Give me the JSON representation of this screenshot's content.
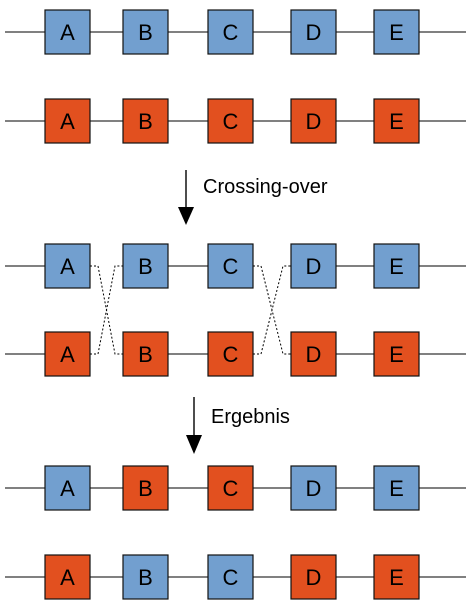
{
  "colors": {
    "blue": "#729fcf",
    "red": "#e2501f"
  },
  "rows": [
    {
      "name": "row-1-blue",
      "genes": [
        {
          "label": "A",
          "color": "blue"
        },
        {
          "label": "B",
          "color": "blue"
        },
        {
          "label": "C",
          "color": "blue"
        },
        {
          "label": "D",
          "color": "blue"
        },
        {
          "label": "E",
          "color": "blue"
        }
      ]
    },
    {
      "name": "row-2-red",
      "genes": [
        {
          "label": "A",
          "color": "red"
        },
        {
          "label": "B",
          "color": "red"
        },
        {
          "label": "C",
          "color": "red"
        },
        {
          "label": "D",
          "color": "red"
        },
        {
          "label": "E",
          "color": "red"
        }
      ]
    },
    {
      "name": "row-3-crossing-top",
      "genes": [
        {
          "label": "A",
          "color": "blue"
        },
        {
          "label": "B",
          "color": "blue"
        },
        {
          "label": "C",
          "color": "blue"
        },
        {
          "label": "D",
          "color": "blue"
        },
        {
          "label": "E",
          "color": "blue"
        }
      ]
    },
    {
      "name": "row-4-crossing-bottom",
      "genes": [
        {
          "label": "A",
          "color": "red"
        },
        {
          "label": "B",
          "color": "red"
        },
        {
          "label": "C",
          "color": "red"
        },
        {
          "label": "D",
          "color": "red"
        },
        {
          "label": "E",
          "color": "red"
        }
      ]
    },
    {
      "name": "row-5-result-top",
      "genes": [
        {
          "label": "A",
          "color": "blue"
        },
        {
          "label": "B",
          "color": "red"
        },
        {
          "label": "C",
          "color": "red"
        },
        {
          "label": "D",
          "color": "blue"
        },
        {
          "label": "E",
          "color": "blue"
        }
      ]
    },
    {
      "name": "row-6-result-bottom",
      "genes": [
        {
          "label": "A",
          "color": "red"
        },
        {
          "label": "B",
          "color": "blue"
        },
        {
          "label": "C",
          "color": "blue"
        },
        {
          "label": "D",
          "color": "red"
        },
        {
          "label": "E",
          "color": "red"
        }
      ]
    }
  ],
  "steps": {
    "crossing_over": "Crossing-over",
    "result": "Ergebnis"
  }
}
